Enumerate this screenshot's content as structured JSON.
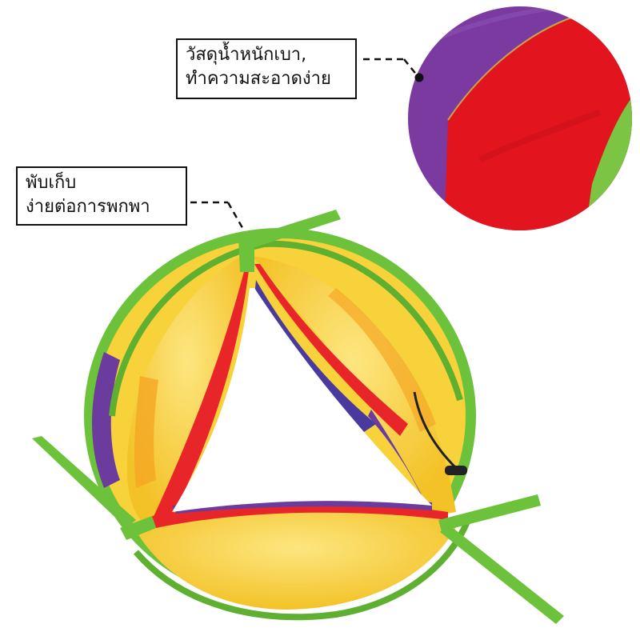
{
  "callouts": {
    "material": {
      "line1": "วัสดุน้ำหนักเบา,",
      "line2": "ทำความสะอาดง่าย"
    },
    "fold": {
      "line1": "พับเก็บ",
      "line2": "ง่ายต่อการพกพา"
    }
  },
  "colors": {
    "green": "#6cc23a",
    "yellow": "#f7d23a",
    "red": "#e8262a",
    "purple": "#6b3c9e",
    "orange": "#f5a623"
  }
}
